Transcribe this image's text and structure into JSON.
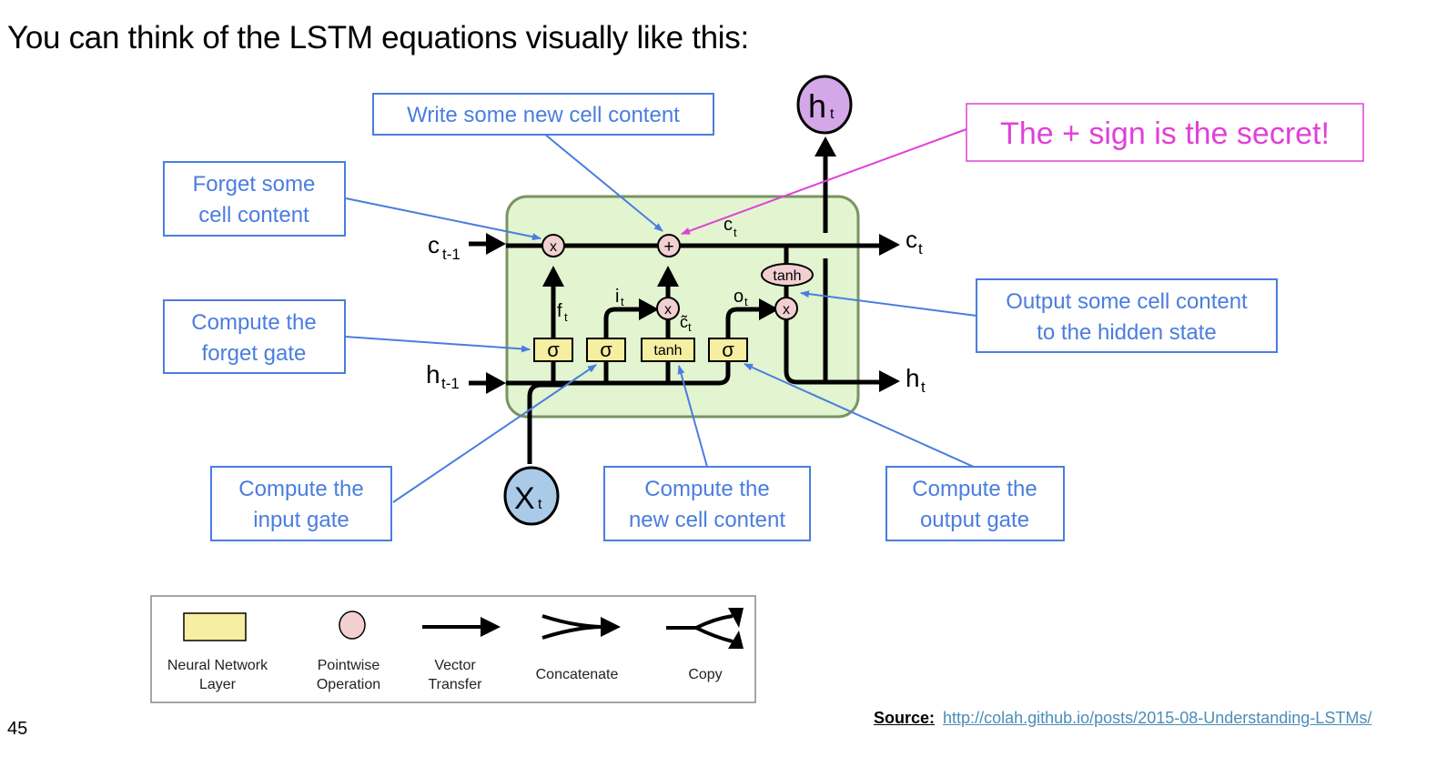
{
  "slide": {
    "title": "You can think of the LSTM equations visually like this:",
    "page_number": "45",
    "source_label": "Source:",
    "source_link": "http://colah.github.io/posts/2015-08-Understanding-LSTMs/"
  },
  "colors": {
    "callout_blue": "#4a7de0",
    "callout_pink": "#e040d8",
    "cell_fill": "#e2f4d0",
    "cell_border": "#7a9460",
    "layer_fill": "#f6eea0",
    "op_fill": "#f2cfd0",
    "input_fill": "#a9cbe8",
    "output_fill": "#d4a8e8"
  },
  "diagram": {
    "inputs": {
      "c_prev": {
        "base": "c",
        "sub": "t-1"
      },
      "h_prev": {
        "base": "h",
        "sub": "t-1"
      },
      "x": {
        "base": "X",
        "sub": "t"
      }
    },
    "outputs": {
      "c": {
        "base": "c",
        "sub": "t"
      },
      "h": {
        "base": "h",
        "sub": "t"
      },
      "h_top": {
        "base": "h",
        "sub": "t"
      }
    },
    "layers": [
      "σ",
      "σ",
      "tanh",
      "σ"
    ],
    "ops": {
      "forget_mult": "x",
      "add": "+",
      "input_mult": "x",
      "output_mult": "x",
      "tanh": "tanh"
    },
    "signal_labels": {
      "f": {
        "base": "f",
        "sub": "t"
      },
      "i": {
        "base": "i",
        "sub": "t"
      },
      "c_tilde": {
        "base": "c̃",
        "sub": "t"
      },
      "o": {
        "base": "o",
        "sub": "t"
      },
      "c": {
        "base": "c",
        "sub": "t"
      }
    }
  },
  "callouts": {
    "write": "Write some new cell content",
    "forget_line1": "Forget some",
    "forget_line2": "cell content",
    "forget_gate_line1": "Compute the",
    "forget_gate_line2": "forget gate",
    "input_gate_line1": "Compute the",
    "input_gate_line2": "input gate",
    "new_cell_line1": "Compute the",
    "new_cell_line2": "new cell content",
    "output_gate_line1": "Compute the",
    "output_gate_line2": "output gate",
    "output_line1": "Output some cell content",
    "output_line2": "to the hidden state",
    "secret": "The + sign is the secret!"
  },
  "legend": {
    "items": [
      {
        "line1": "Neural Network",
        "line2": "Layer"
      },
      {
        "line1": "Pointwise",
        "line2": "Operation"
      },
      {
        "line1": "Vector",
        "line2": "Transfer"
      },
      {
        "line1": "Concatenate",
        "line2": ""
      },
      {
        "line1": "Copy",
        "line2": ""
      }
    ]
  }
}
